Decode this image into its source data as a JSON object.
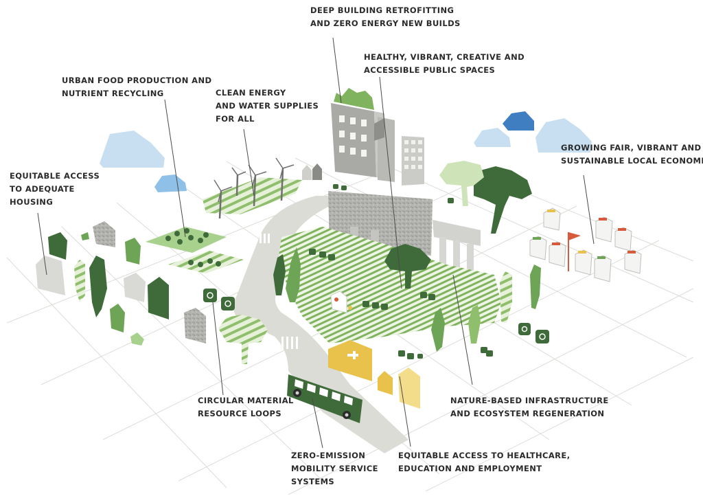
{
  "labels": {
    "retrofitting": [
      "DEEP BUILDING RETROFITTING",
      "AND ZERO ENERGY NEW BUILDS"
    ],
    "public_spaces": [
      "HEALTHY, VIBRANT, CREATIVE AND",
      "ACCESSIBLE PUBLIC SPACES"
    ],
    "food": [
      "URBAN FOOD PRODUCTION AND",
      "NUTRIENT RECYCLING"
    ],
    "energy": [
      "CLEAN ENERGY",
      "AND WATER SUPPLIES",
      "FOR ALL"
    ],
    "economies": [
      "GROWING FAIR, VIBRANT AND",
      "SUSTAINABLE LOCAL ECONOMIES"
    ],
    "housing": [
      "EQUITABLE ACCESS",
      "TO ADEQUATE",
      "HOUSING"
    ],
    "circular": [
      "CIRCULAR MATERIAL",
      "RESOURCE LOOPS"
    ],
    "nature": [
      "NATURE-BASED INFRASTRUCTURE",
      "AND ECOSYSTEM REGENERATION"
    ],
    "mobility": [
      "ZERO-EMISSION",
      "MOBILITY SERVICE",
      "SYSTEMS"
    ],
    "healthcare": [
      "EQUITABLE ACCESS TO HEALTHCARE,",
      "EDUCATION AND EMPLOYMENT"
    ]
  },
  "colors": {
    "dark_green": "#3f6b3a",
    "mid_green": "#6da456",
    "light_green": "#a9d18e",
    "pale_green": "#cfe3b8",
    "grey": "#a7a7a5",
    "light_grey": "#d9d9d6",
    "sky_blue": "#bcd8ee",
    "deep_blue": "#3f7fc1",
    "yellow": "#e8c24a",
    "pale_yellow": "#f3dc8a",
    "red": "#d85a3c"
  }
}
